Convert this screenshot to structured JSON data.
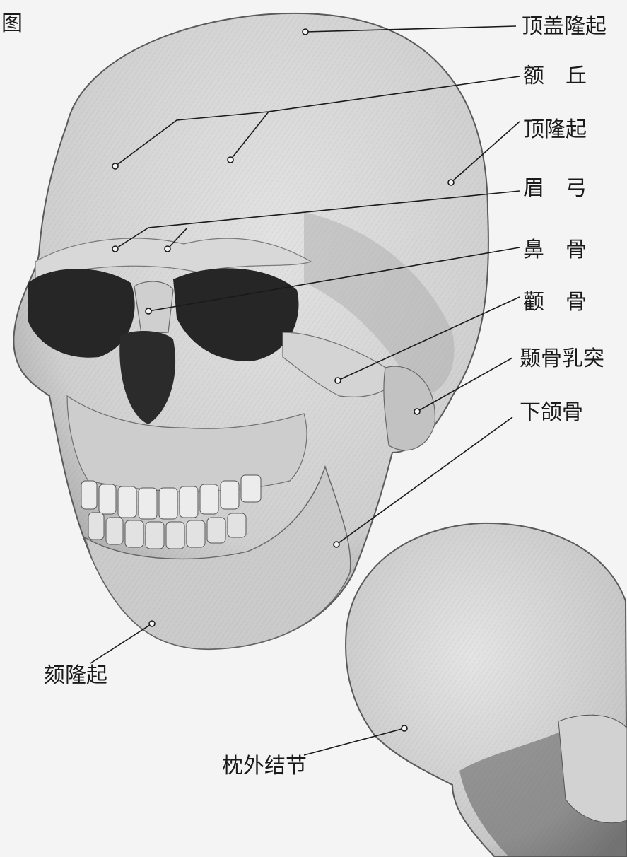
{
  "figure_label": "图",
  "labels": {
    "parietal_vertex": "顶盖隆起",
    "frontal_eminence": "额　丘",
    "parietal_eminence": "顶隆起",
    "brow_ridge": "眉　弓",
    "nasal_bone": "鼻　骨",
    "zygomatic_bone": "颧　骨",
    "mastoid_process": "颞骨乳突",
    "mandible": "下颌骨",
    "mental_protuberance": "颏隆起",
    "external_occipital_protuberance": "枕外结节"
  },
  "colors": {
    "bone_light": "#dedede",
    "bone_mid": "#bdbdbd",
    "bone_dark": "#7a7a7a",
    "cavity": "#262626",
    "leader_line": "#1a1a1a"
  }
}
